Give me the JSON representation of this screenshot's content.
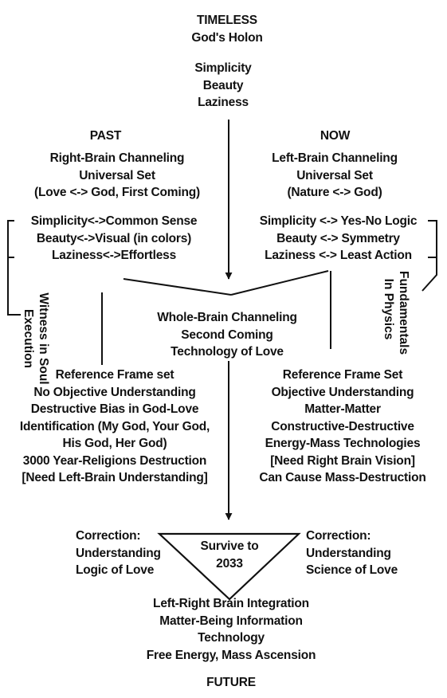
{
  "timeless": {
    "title": "TIMELESS",
    "subtitle": "God's Holon"
  },
  "principles": [
    "Simplicity",
    "Beauty",
    "Laziness"
  ],
  "past": {
    "heading": "PAST",
    "channel": [
      "Right-Brain Channeling",
      "Universal Set",
      "(Love <-> God, First Coming)"
    ],
    "pairs": [
      "Simplicity<->Common Sense",
      "Beauty<->Visual (in colors)",
      "Laziness<->Effortless"
    ],
    "side_label": [
      "Witness in Soul",
      "Execution"
    ],
    "reference": [
      "Reference Frame set",
      "No Objective Understanding",
      "Destructive Bias in God-Love",
      "Identification (My God, Your God,",
      "His God, Her God)",
      "3000 Year-Religions Destruction",
      "[Need Left-Brain Understanding]"
    ]
  },
  "now": {
    "heading": "NOW",
    "channel": [
      "Left-Brain Channeling",
      "Universal Set",
      "(Nature <-> God)"
    ],
    "pairs": [
      "Simplicity <-> Yes-No Logic",
      "Beauty <-> Symmetry",
      "Laziness <-> Least Action"
    ],
    "side_label": [
      "Fundamentals",
      "In Physics"
    ],
    "reference": [
      "Reference Frame Set",
      "Objective Understanding",
      "Matter-Matter",
      "Constructive-Destructive",
      "Energy-Mass Technologies",
      "[Need Right Brain Vision]",
      "Can Cause Mass-Destruction"
    ]
  },
  "whole_brain": [
    "Whole-Brain Channeling",
    "Second Coming",
    "Technology of Love"
  ],
  "correction_left": [
    "Correction:",
    "Understanding",
    "Logic of Love"
  ],
  "correction_right": [
    "Correction:",
    "Understanding",
    "Science of Love"
  ],
  "survive": [
    "Survive to",
    "2033"
  ],
  "integration": [
    "Left-Right Brain Integration",
    "Matter-Being Information",
    "Technology",
    "Free Energy, Mass Ascension"
  ],
  "future": "FUTURE"
}
